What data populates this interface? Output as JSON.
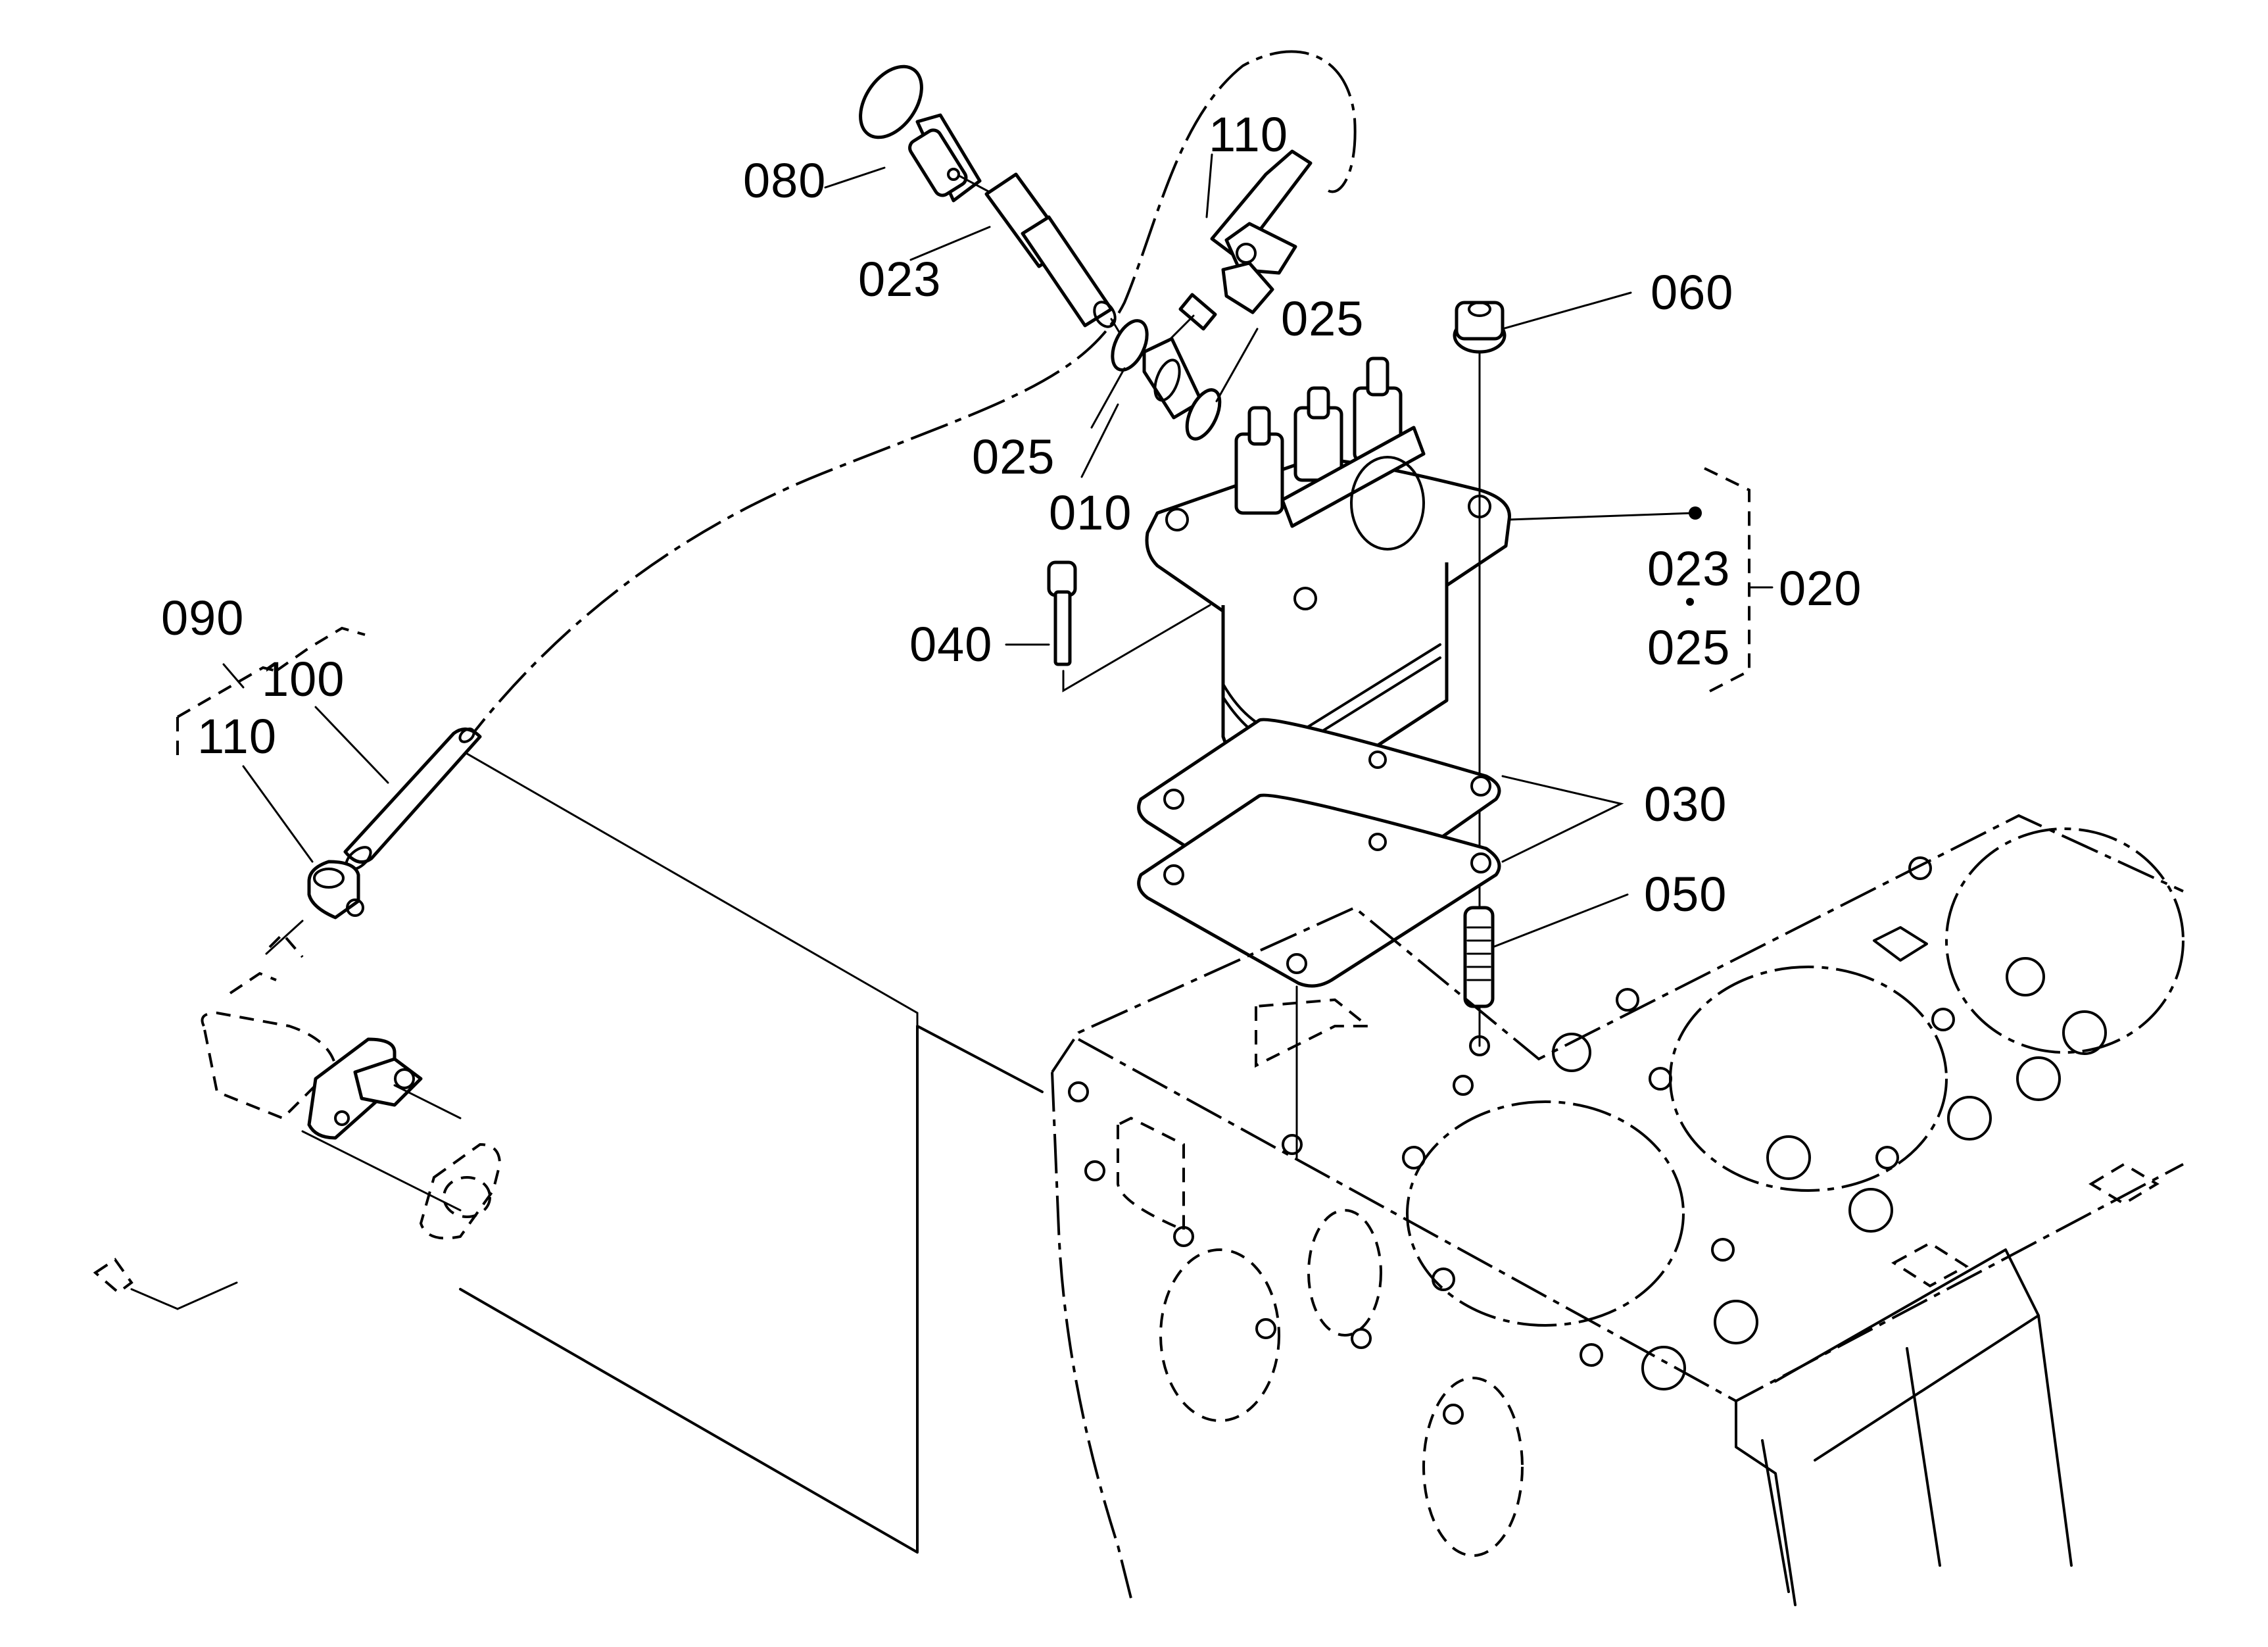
{
  "diagram": {
    "title": "Fuel injection pump assembly - exploded parts view",
    "colors": {
      "ink": "#000000",
      "paper": "#ffffff"
    },
    "labels": [
      {
        "id": "p080",
        "text": "080",
        "part": "fuel hose joint / air bleed cock"
      },
      {
        "id": "p023a",
        "text": "023",
        "part": "eye bolt"
      },
      {
        "id": "p110a",
        "text": "110",
        "part": "hose clamp"
      },
      {
        "id": "p025a",
        "text": "025",
        "part": "gasket (upper)"
      },
      {
        "id": "p060",
        "text": "060",
        "part": "nut"
      },
      {
        "id": "p025b",
        "text": "025",
        "part": "gasket (lower)"
      },
      {
        "id": "p010",
        "text": "010",
        "part": "injection pump"
      },
      {
        "id": "p040",
        "text": "040",
        "part": "bolt"
      },
      {
        "id": "p023b",
        "text": "023",
        "part": "kit item"
      },
      {
        "id": "p025c",
        "text": "025",
        "part": "kit item"
      },
      {
        "id": "p020",
        "text": "020",
        "part": "injection pump assembly"
      },
      {
        "id": "p030",
        "text": "030",
        "part": "pump gaskets"
      },
      {
        "id": "p050",
        "text": "050",
        "part": "stud"
      },
      {
        "id": "p090",
        "text": "090",
        "part": "fuel hose kit"
      },
      {
        "id": "p100",
        "text": "100",
        "part": "fuel hose"
      },
      {
        "id": "p110b",
        "text": "110",
        "part": "hose clamp"
      }
    ],
    "kit_separator": "•"
  }
}
